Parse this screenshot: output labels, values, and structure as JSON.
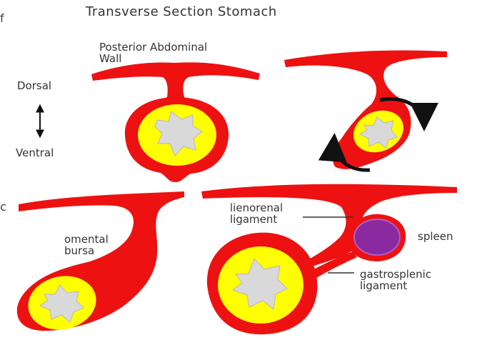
{
  "diagram": {
    "title": "Transverse Section Stomach",
    "clipped_left_top": "f",
    "clipped_left_mid": "c",
    "labels": {
      "posterior_line1": "Posterior Abdominal",
      "posterior_line2": "Wall",
      "dorsal": "Dorsal",
      "ventral": "Ventral",
      "omental_line1": "omental",
      "omental_line2": "bursa",
      "lienorenal_line1": "lienorenal",
      "lienorenal_line2": "ligament",
      "spleen": "spleen",
      "gastrosplenic_line1": "gastrosplenic",
      "gastrosplenic_line2": "ligament"
    },
    "colors": {
      "tissue": "#ee1111",
      "stomach_wall": "#ffff00",
      "lumen": "#d9d9d9",
      "spleen": "#8a2aa0",
      "arrow": "#111111"
    }
  }
}
